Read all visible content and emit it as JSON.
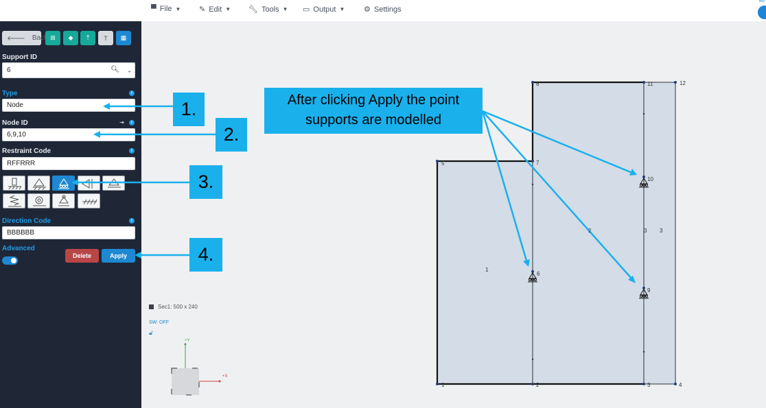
{
  "menu": {
    "file": "File",
    "edit": "Edit",
    "tools": "Tools",
    "output": "Output",
    "settings": "Settings",
    "corner_label": "Mo"
  },
  "sidebar": {
    "back_label": "Back",
    "support_id_label": "Support ID",
    "support_id_value": "6",
    "type_label": "Type",
    "type_value": "Node",
    "node_id_label": "Node ID",
    "node_id_value": "6,9,10",
    "restraint_label": "Restraint Code",
    "restraint_value": "RFFRRR",
    "direction_label": "Direction Code",
    "direction_value": "BBBBBB",
    "advanced_label": "Advanced",
    "delete_label": "Delete",
    "apply_label": "Apply"
  },
  "canvas": {
    "section_label": "Sec1: 500 x 240",
    "sw_label": "SW: OFF",
    "axis_y": "+Y",
    "axis_x": "+X",
    "nodes": {
      "n1": "1",
      "n2": "2",
      "n3": "3",
      "n4": "4",
      "n5": "5",
      "n6": "6",
      "n7": "7",
      "n8": "8",
      "n9": "9",
      "n10": "10",
      "n11": "11",
      "n12": "12"
    },
    "plates": {
      "p1": "1",
      "p2": "2",
      "p3": "3"
    },
    "line_labels": {
      "l3": "3"
    }
  },
  "annotation": {
    "line1": "After clicking Apply the point",
    "line2": "supports are modelled"
  },
  "callouts": {
    "c1": "1.",
    "c2": "2.",
    "c3": "3.",
    "c4": "4."
  },
  "colors": {
    "sidebar_bg": "#1f2737",
    "accent_blue": "#1e88d2",
    "teal": "#17a99a",
    "delete_red": "#b94647",
    "callout_cyan": "#1ab0ec",
    "plate_fill": "#d3dce7"
  }
}
